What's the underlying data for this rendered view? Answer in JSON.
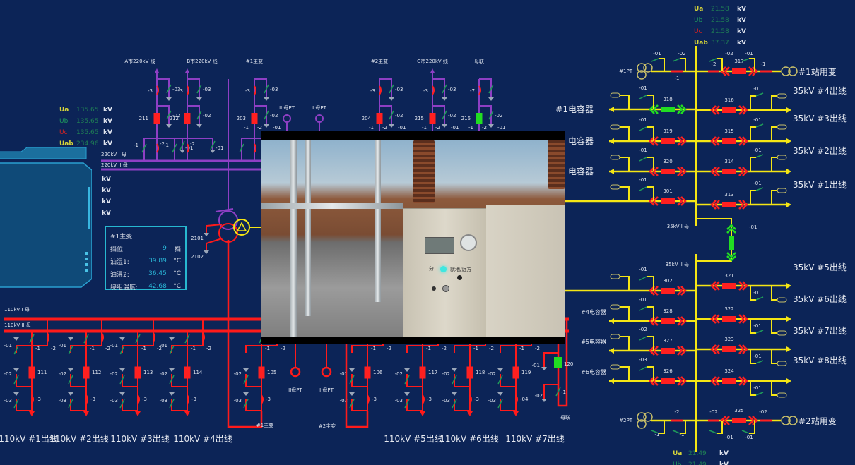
{
  "colors": {
    "bg": "#0c2457",
    "kv220": "#8e3fc4",
    "kv110": "#ff1a1a",
    "kv35": "#f5e614",
    "closed": "#ff2020",
    "open": "#22dd22",
    "switch": "#1f9a5a",
    "ground": "#9aa6b8"
  },
  "kv220": {
    "voltages": [
      {
        "label": "Ua",
        "value": "135.65",
        "unit": "kV"
      },
      {
        "label": "Ub",
        "value": "135.65",
        "unit": "kV"
      },
      {
        "label": "Uc",
        "value": "135.65",
        "unit": "kV"
      },
      {
        "label": "Uab",
        "value": "234.96",
        "unit": "kV"
      }
    ],
    "extra_units": [
      "kV",
      "kV",
      "kV",
      "kV"
    ],
    "bus1": "220kV I 母",
    "bus2": "220kV II 母",
    "pt_labels": [
      "II 母PT",
      "I 母PT"
    ],
    "bays": [
      {
        "id": "211",
        "label": "A市220kV 线",
        "state": "closed",
        "sw": [
          "-3",
          "-03",
          "-02",
          "-1",
          "-2",
          "-01"
        ]
      },
      {
        "id": "212",
        "label": "B市220kV 线",
        "state": "closed",
        "sw": [
          "-3",
          "-03",
          "-02",
          "-1",
          "-2",
          "-01"
        ]
      },
      {
        "id": "203",
        "label": "#1主变",
        "state": "closed",
        "sw": [
          "-3",
          "-03",
          "-02",
          "-1",
          "-2",
          "-01"
        ]
      },
      {
        "id": "204",
        "label": "#2主变",
        "state": "closed",
        "sw": [
          "-3",
          "-03",
          "-02",
          "-1",
          "-2",
          "-01"
        ]
      },
      {
        "id": "215",
        "label": "G市220kV 线",
        "state": "closed",
        "sw": [
          "-3",
          "-03",
          "-02",
          "-1",
          "-2",
          "-01"
        ]
      },
      {
        "id": "216",
        "label": "母联",
        "state": "open",
        "sw": [
          "-7",
          "",
          "-02",
          "-1",
          "-2",
          "-01"
        ]
      }
    ]
  },
  "transformer1": {
    "labels": [
      "2101",
      "2102"
    ]
  },
  "info_box": {
    "title": "#1主变",
    "rows": [
      {
        "key": "挡位:",
        "value": "9",
        "unit": "挡"
      },
      {
        "key": "油温1:",
        "value": "39.89",
        "unit": "°C"
      },
      {
        "key": "油温2:",
        "value": "36.45",
        "unit": "°C"
      },
      {
        "key": "绕组温度:",
        "value": "42.68",
        "unit": "°C"
      }
    ]
  },
  "kv110": {
    "bus1": "110kV I 母",
    "bus2": "110kV II 母",
    "bays": [
      {
        "id": "111",
        "state": "closed",
        "sw": [
          "-01",
          "-1",
          "-2",
          "-02",
          "-3",
          "-03"
        ]
      },
      {
        "id": "112",
        "state": "closed",
        "sw": [
          "-01",
          "-1",
          "-2",
          "-02",
          "-3",
          "-03"
        ]
      },
      {
        "id": "113",
        "state": "closed",
        "sw": [
          "-01",
          "-1",
          "-2",
          "-02",
          "-3",
          "-03"
        ]
      },
      {
        "id": "114",
        "state": "closed",
        "sw": [
          "-01",
          "-1",
          "-2",
          "-02",
          "-3",
          "-03"
        ]
      },
      {
        "id": "105",
        "state": "closed",
        "sw": [
          "",
          "-1",
          "-2",
          "-02",
          "-3",
          "-03"
        ]
      },
      {
        "id": "106",
        "state": "closed",
        "sw": [
          "",
          "-1",
          "-2",
          "-02",
          "-3",
          "-03"
        ]
      },
      {
        "id": "117",
        "state": "closed",
        "sw": [
          "",
          "-1",
          "-2",
          "-02",
          "-3",
          "-03"
        ]
      },
      {
        "id": "118",
        "state": "closed",
        "sw": [
          "",
          "-1",
          "-2",
          "-02",
          "-3",
          "-03"
        ]
      },
      {
        "id": "119",
        "state": "closed",
        "sw": [
          "",
          "-1",
          "-2",
          "-02",
          "-04",
          "-03"
        ]
      },
      {
        "id": "120",
        "state": "open",
        "sw": [
          "-01",
          "",
          "",
          "-02",
          "-1",
          ""
        ]
      }
    ],
    "outlets": [
      "110kV #1出线",
      "110kV #2出线",
      "110kV #3出线",
      "110kV #4出线",
      "110kV #5出线",
      "110kV #6出线",
      "110kV #7出线"
    ],
    "pt_labels": [
      "II母PT",
      "I 母PT"
    ],
    "misc_labels": [
      "#1主变",
      "#2主变",
      "母联"
    ]
  },
  "kv35": {
    "voltages_top": [
      {
        "label": "Ua",
        "value": "21.58",
        "unit": "kV"
      },
      {
        "label": "Ub",
        "value": "21.58",
        "unit": "kV"
      },
      {
        "label": "Uc",
        "value": "21.58",
        "unit": "kV"
      },
      {
        "label": "Uab",
        "value": "37.37",
        "unit": "kV"
      }
    ],
    "voltages_bottom": [
      {
        "label": "Ua",
        "value": "21.49",
        "unit": "kV"
      },
      {
        "label": "Ub",
        "value": "21.49",
        "unit": "kV"
      }
    ],
    "bus1": "35kV I 母",
    "bus2": "35kV II 母",
    "coupler_label": "-01",
    "top_row": {
      "pt": "#1PT",
      "breaker": "317",
      "station": "#1站用变",
      "sw": [
        "-01",
        "-02",
        "-1",
        "-2",
        "-02",
        "-01",
        "-1"
      ]
    },
    "bottom_row": {
      "pt": "#2PT",
      "breaker": "325",
      "station": "#2站用变",
      "sw": [
        "-1",
        "-1",
        "-2",
        "-02",
        "-01",
        "-01",
        "-02"
      ]
    },
    "left_rows": [
      {
        "id": "318",
        "label": "#1电容器",
        "state": "open",
        "sw": "-01"
      },
      {
        "id": "319",
        "label": "电容器",
        "state": "closed",
        "sw": "-01"
      },
      {
        "id": "320",
        "label": "电容器",
        "state": "closed",
        "sw": "-01"
      },
      {
        "id": "301",
        "label": "",
        "state": "closed",
        "sw": "-01"
      },
      {
        "id": "302",
        "label": "",
        "state": "closed",
        "sw": "-01"
      },
      {
        "id": "328",
        "label": "#4电容器",
        "state": "closed",
        "sw": "-01"
      },
      {
        "id": "327",
        "label": "#5电容器",
        "state": "closed",
        "sw": "-02"
      },
      {
        "id": "326",
        "label": "#6电容器",
        "state": "closed",
        "sw": "-03"
      }
    ],
    "right_rows": [
      {
        "id": "316",
        "label": "35kV #4出线",
        "state": "closed",
        "sw": "-01"
      },
      {
        "id": "315",
        "label": "35kV #3出线",
        "state": "closed",
        "sw": "-01"
      },
      {
        "id": "314",
        "label": "35kV #2出线",
        "state": "closed",
        "sw": "-01"
      },
      {
        "id": "313",
        "label": "35kV #1出线",
        "state": "closed",
        "sw": "-01"
      },
      {
        "id": "321",
        "label": "35kV #5出线",
        "state": "closed",
        "sw": "-01"
      },
      {
        "id": "322",
        "label": "35kV #6出线",
        "state": "closed",
        "sw": "-01"
      },
      {
        "id": "323",
        "label": "35kV #7出线",
        "state": "closed",
        "sw": "-01"
      },
      {
        "id": "324",
        "label": "35kV #8出线",
        "state": "closed",
        "sw": "-01"
      }
    ]
  },
  "video": {
    "cabinet_label": "就地/远方",
    "cabinet_mark": "分"
  }
}
